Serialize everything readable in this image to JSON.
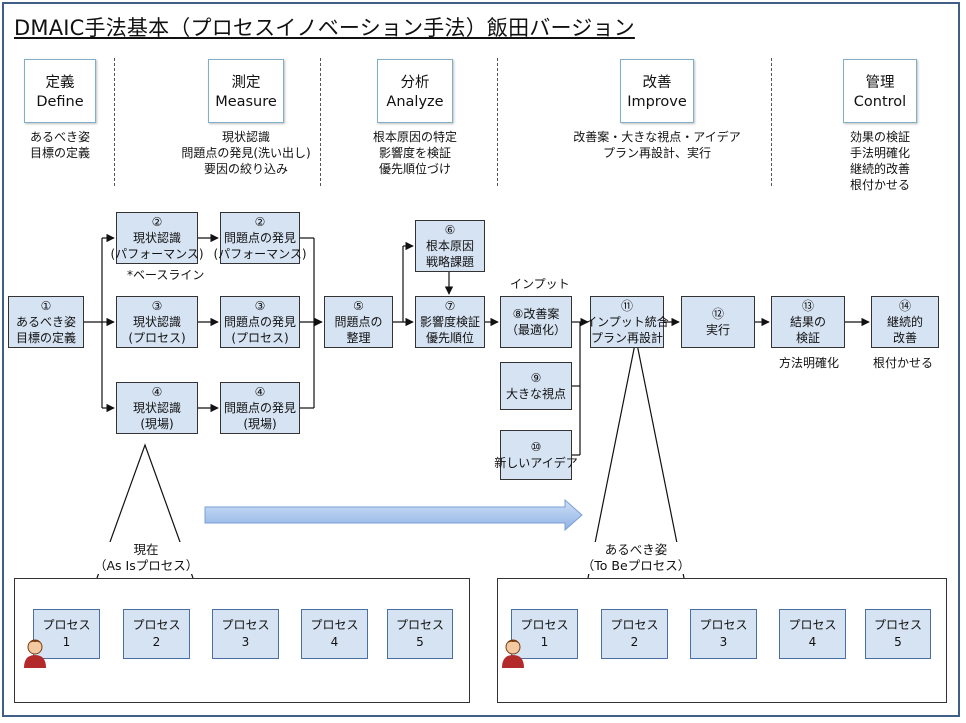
{
  "title": "DMAIC手法基本（プロセスイノベーション手法）飯田バージョン",
  "phases": [
    {
      "jp": "定義",
      "en": "Define",
      "desc": [
        "あるべき姿",
        "目標の定義"
      ]
    },
    {
      "jp": "測定",
      "en": "Measure",
      "desc": [
        "現状認識",
        "問題点の発見(洗い出し)",
        "要因の絞り込み"
      ]
    },
    {
      "jp": "分析",
      "en": "Analyze",
      "desc": [
        "根本原因の特定",
        "影響度を検証",
        "優先順位づけ"
      ]
    },
    {
      "jp": "改善",
      "en": "Improve",
      "desc": [
        "改善案・大きな視点・アイデア",
        "プラン再設計、実行"
      ]
    },
    {
      "jp": "管理",
      "en": "Control",
      "desc": [
        "効果の検証",
        "手法明確化",
        "継続的改善",
        "根付かせる"
      ]
    }
  ],
  "flow": {
    "b1": [
      "①",
      "あるべき姿",
      "目標の定義"
    ],
    "b2a": [
      "②",
      "現状認識",
      "(パフォーマンス)"
    ],
    "b3a": [
      "③",
      "現状認識",
      "(プロセス)"
    ],
    "b4a": [
      "④",
      "現状認識",
      "(現場)"
    ],
    "b2b": [
      "②",
      "問題点の発見",
      "(パフォーマンス)"
    ],
    "b3b": [
      "③",
      "問題点の発見",
      "(プロセス)"
    ],
    "b4b": [
      "④",
      "問題点の発見",
      "(現場)"
    ],
    "b5": [
      "⑤",
      "問題点の",
      "整理"
    ],
    "b6": [
      "⑥",
      "根本原因",
      "戦略課題"
    ],
    "b7": [
      "⑦",
      "影響度検証",
      "優先順位"
    ],
    "b8": [
      "⑧改善案",
      "（最適化）"
    ],
    "b9": [
      "⑨",
      "大きな視点"
    ],
    "b10": [
      "⑩",
      "新しいアイデア"
    ],
    "b11": [
      "⑪",
      "インプット統合",
      "プラン再設計"
    ],
    "b12": [
      "⑫",
      "実行"
    ],
    "b13": [
      "⑬",
      "結果の",
      "検証"
    ],
    "b14": [
      "⑭",
      "継続的",
      "改善"
    ]
  },
  "notes": {
    "baseline": "*ベースライン",
    "input": "インプット",
    "method": "方法明確化",
    "root": "根付かせる"
  },
  "as_is": {
    "label": [
      "現在",
      "（As Isプロセス）"
    ],
    "processes": [
      {
        "name": "プロセス",
        "num": "1"
      },
      {
        "name": "プロセス",
        "num": "2"
      },
      {
        "name": "プロセス",
        "num": "3"
      },
      {
        "name": "プロセス",
        "num": "4"
      },
      {
        "name": "プロセス",
        "num": "5"
      }
    ]
  },
  "to_be": {
    "label": [
      "あるべき姿",
      "（To Beプロセス）"
    ],
    "processes": [
      {
        "name": "プロセス",
        "num": "1"
      },
      {
        "name": "プロセス",
        "num": "2"
      },
      {
        "name": "プロセス",
        "num": "3"
      },
      {
        "name": "プロセス",
        "num": "4"
      },
      {
        "name": "プロセス",
        "num": "5"
      }
    ]
  },
  "colors": {
    "box_fill": "#d6e3f3",
    "frame": "#3f5f86",
    "phase_border": "#7fb0c8",
    "arrow_blue": "#a9c4ec"
  }
}
